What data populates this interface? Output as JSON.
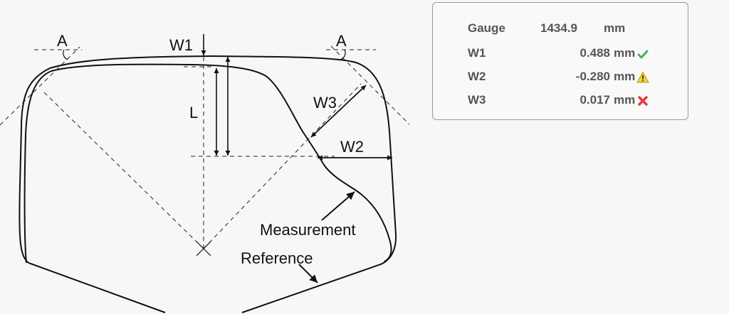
{
  "diagram": {
    "labels": {
      "a_left": "A",
      "a_right": "A",
      "w1": "W1",
      "l": "L",
      "w3": "W3",
      "w2": "W2",
      "measurement": "Measurement",
      "reference": "Reference"
    }
  },
  "panel": {
    "gauge": {
      "label": "Gauge",
      "value": "1434.9",
      "unit": "mm"
    },
    "rows": [
      {
        "label": "W1",
        "value": "0.488",
        "unit": "mm",
        "status": "ok",
        "icon": "check-icon",
        "color": "#4caf50"
      },
      {
        "label": "W2",
        "value": "-0.280",
        "unit": "mm",
        "status": "warning",
        "icon": "warning-icon",
        "color": "#e8c21a"
      },
      {
        "label": "W3",
        "value": "0.017",
        "unit": "mm",
        "status": "error",
        "icon": "cross-icon",
        "color": "#e53935"
      }
    ]
  }
}
